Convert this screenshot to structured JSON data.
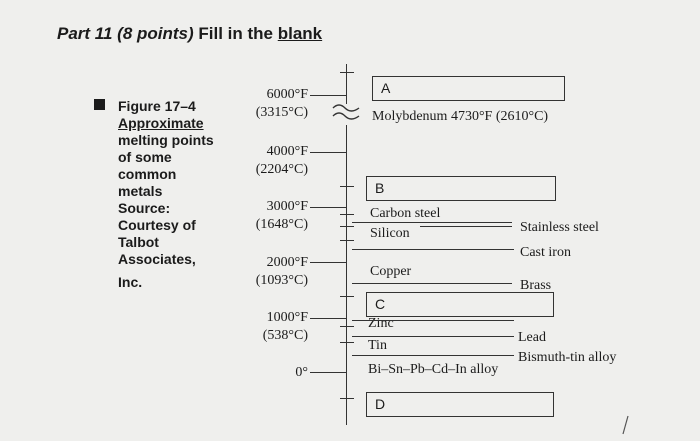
{
  "title": {
    "part": "Part 11 (8 points)",
    "fill": "Fill in the",
    "blank": "blank"
  },
  "caption": {
    "figure": "Figure 17–4",
    "line1": "Approximate",
    "line2": "melting points",
    "line3": "of some",
    "line4": "common",
    "line5": "metals",
    "line6": "Source:",
    "line7": "Courtesy of",
    "line8": "Talbot",
    "line9": "Associates,",
    "line10": "Inc."
  },
  "scale": [
    {
      "f": "6000°F",
      "c": "(3315°C)"
    },
    {
      "f": "4000°F",
      "c": "(2204°C)"
    },
    {
      "f": "3000°F",
      "c": "(1648°C)"
    },
    {
      "f": "2000°F",
      "c": "(1093°C)"
    },
    {
      "f": "1000°F",
      "c": "(538°C)"
    },
    {
      "f": "0°",
      "c": ""
    }
  ],
  "boxes": {
    "a": "A",
    "b": "B",
    "c": "C",
    "d": "D"
  },
  "metals": {
    "molybdenum": "Molybdenum 4730°F (2610°C)",
    "carbon_steel": "Carbon steel",
    "silicon": "Silicon",
    "stainless_steel": "Stainless steel",
    "cast_iron": "Cast iron",
    "copper": "Copper",
    "brass": "Brass",
    "zinc": "Zinc",
    "lead": "Lead",
    "tin": "Tin",
    "bismuth_tin": "Bismuth-tin alloy",
    "bi_alloy": "Bi–Sn–Pb–Cd–In alloy"
  }
}
